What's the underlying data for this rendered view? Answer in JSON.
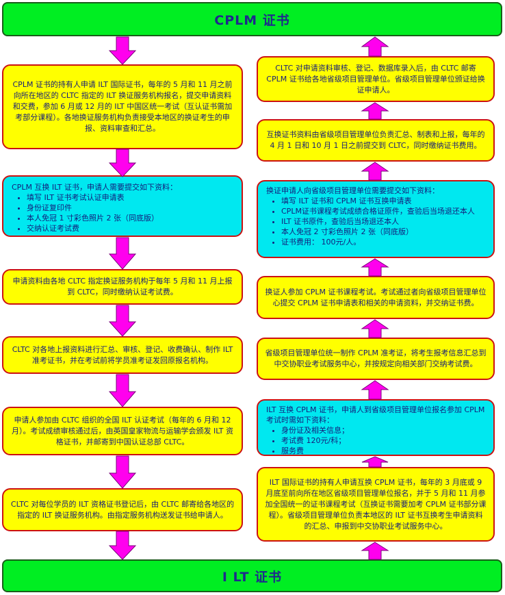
{
  "top_banner": "CPLM 证书",
  "bottom_banner": "I LT 证书",
  "colors": {
    "banner_fill": "#00ee22",
    "box_yellow": "#ffff00",
    "box_cyan": "#00e8f0",
    "box_border": "#cc1111",
    "arrow_fill": "#ff00ee",
    "text": "#141c7a"
  },
  "left_column": [
    {
      "text": "CPLM 证书的持有人申请 ILT 国际证书，每年的 5 月和 11 月之前向所在地区的 CLTC 指定的 ILT 换证服务机构报名，提交申请资料和交费，参加 6 月或 12 月的 ILT 中国区统一考试（互认证书需加考部分课程）。各地换证服务机构负责接受本地区的换证考生的申报、资料审查和汇总。"
    },
    {
      "title": "CPLM 互换 ILT 证书，申请人需要提交如下资料：",
      "items": [
        "填写 ILT 证书考试认证申请表",
        "身份证复印件",
        "本人免冠 1 寸彩色照片 2 张（同底版）",
        "交纳认证考试费"
      ]
    },
    {
      "text": "申请资料由各地 CLTC 指定换证服务机构于每年 5 月和 11 月上报到 CLTC，同时缴纳认证考试费。"
    },
    {
      "text": "CLTC 对各地上报资料进行汇总、审核、登记、收费确认、制作 ILT 准考证书，并在考试前将学员准考证发回原报名机构。"
    },
    {
      "text": "申请人参加由 CLTC 组织的全国 ILT 认证考试（每年的 6 月和 12 月）。考试成绩审核通过后，由英国皇家物流与运输学会颁发 ILT 资格证书，并邮寄到中国认证总部 CLTC。"
    },
    {
      "text": "CLTC 对每位学员的 ILT 资格证书登记后，由 CLTC 邮寄给各地区的指定的 ILT 换证服务机构。由指定服务机构送发证书给申请人。"
    }
  ],
  "right_column": [
    {
      "text": "CLTC 对申请资料审核、登记、数据库录入后，由 CLTC 邮寄 CPLM 证书给各地省级项目管理单位。省级项目管理单位颁证给换证申请人。"
    },
    {
      "text": "互换证书资料由省级项目管理单位负责汇总、制表和上报，每年的 4 月 1 日和 10 月 1 日之前提交到 CLTC，同时缴纳证书费用。"
    },
    {
      "title": "换证申请人向省级项目管理单位需要提交如下资料：",
      "items": [
        "填写 ILT 证书和 CPLM 证书互换申请表",
        "CPLM证书课程考试成绩合格证原件，查验后当场退还本人",
        "ILT 证书原件，查验后当场退还本人",
        "本人免冠 2 寸彩色照片 2 张（同底版）",
        "证书费用： 100元/人。"
      ]
    },
    {
      "text": "换证人参加 CPLM 证书课程考试。考试通过者向省级项目管理单位心提交 CPLM 证书申请表和相关的申请资料，并交纳证书费。"
    },
    {
      "text": "省级项目管理单位统一制作 CPLM 准考证，将考生报考信息汇总到中交协职业考试服务中心，并按规定向相关部门交纳考试费。"
    },
    {
      "title": "ILT 互换 CPLM 证书，申请人到省级项目管理单位报名参加 CPLM 考试时需如下资料：",
      "items": [
        "身份证及相关信息；",
        "考试费 120元/科；",
        "服务费"
      ]
    },
    {
      "text": "ILT 国际证书的持有人申请互换 CPLM 证书，每年的 3 月底或 9 月底至前向所在地区省级项目管理单位报名，并于 5 月和 11 月参加全国统一的证书课程考试（互换证书需要加考 CPLM 证书部分课程）。省级项目管理单位负责本地区的 ILT 证书互换考生申请资料的汇总、申报到中交协职业考试服务中心。"
    }
  ]
}
